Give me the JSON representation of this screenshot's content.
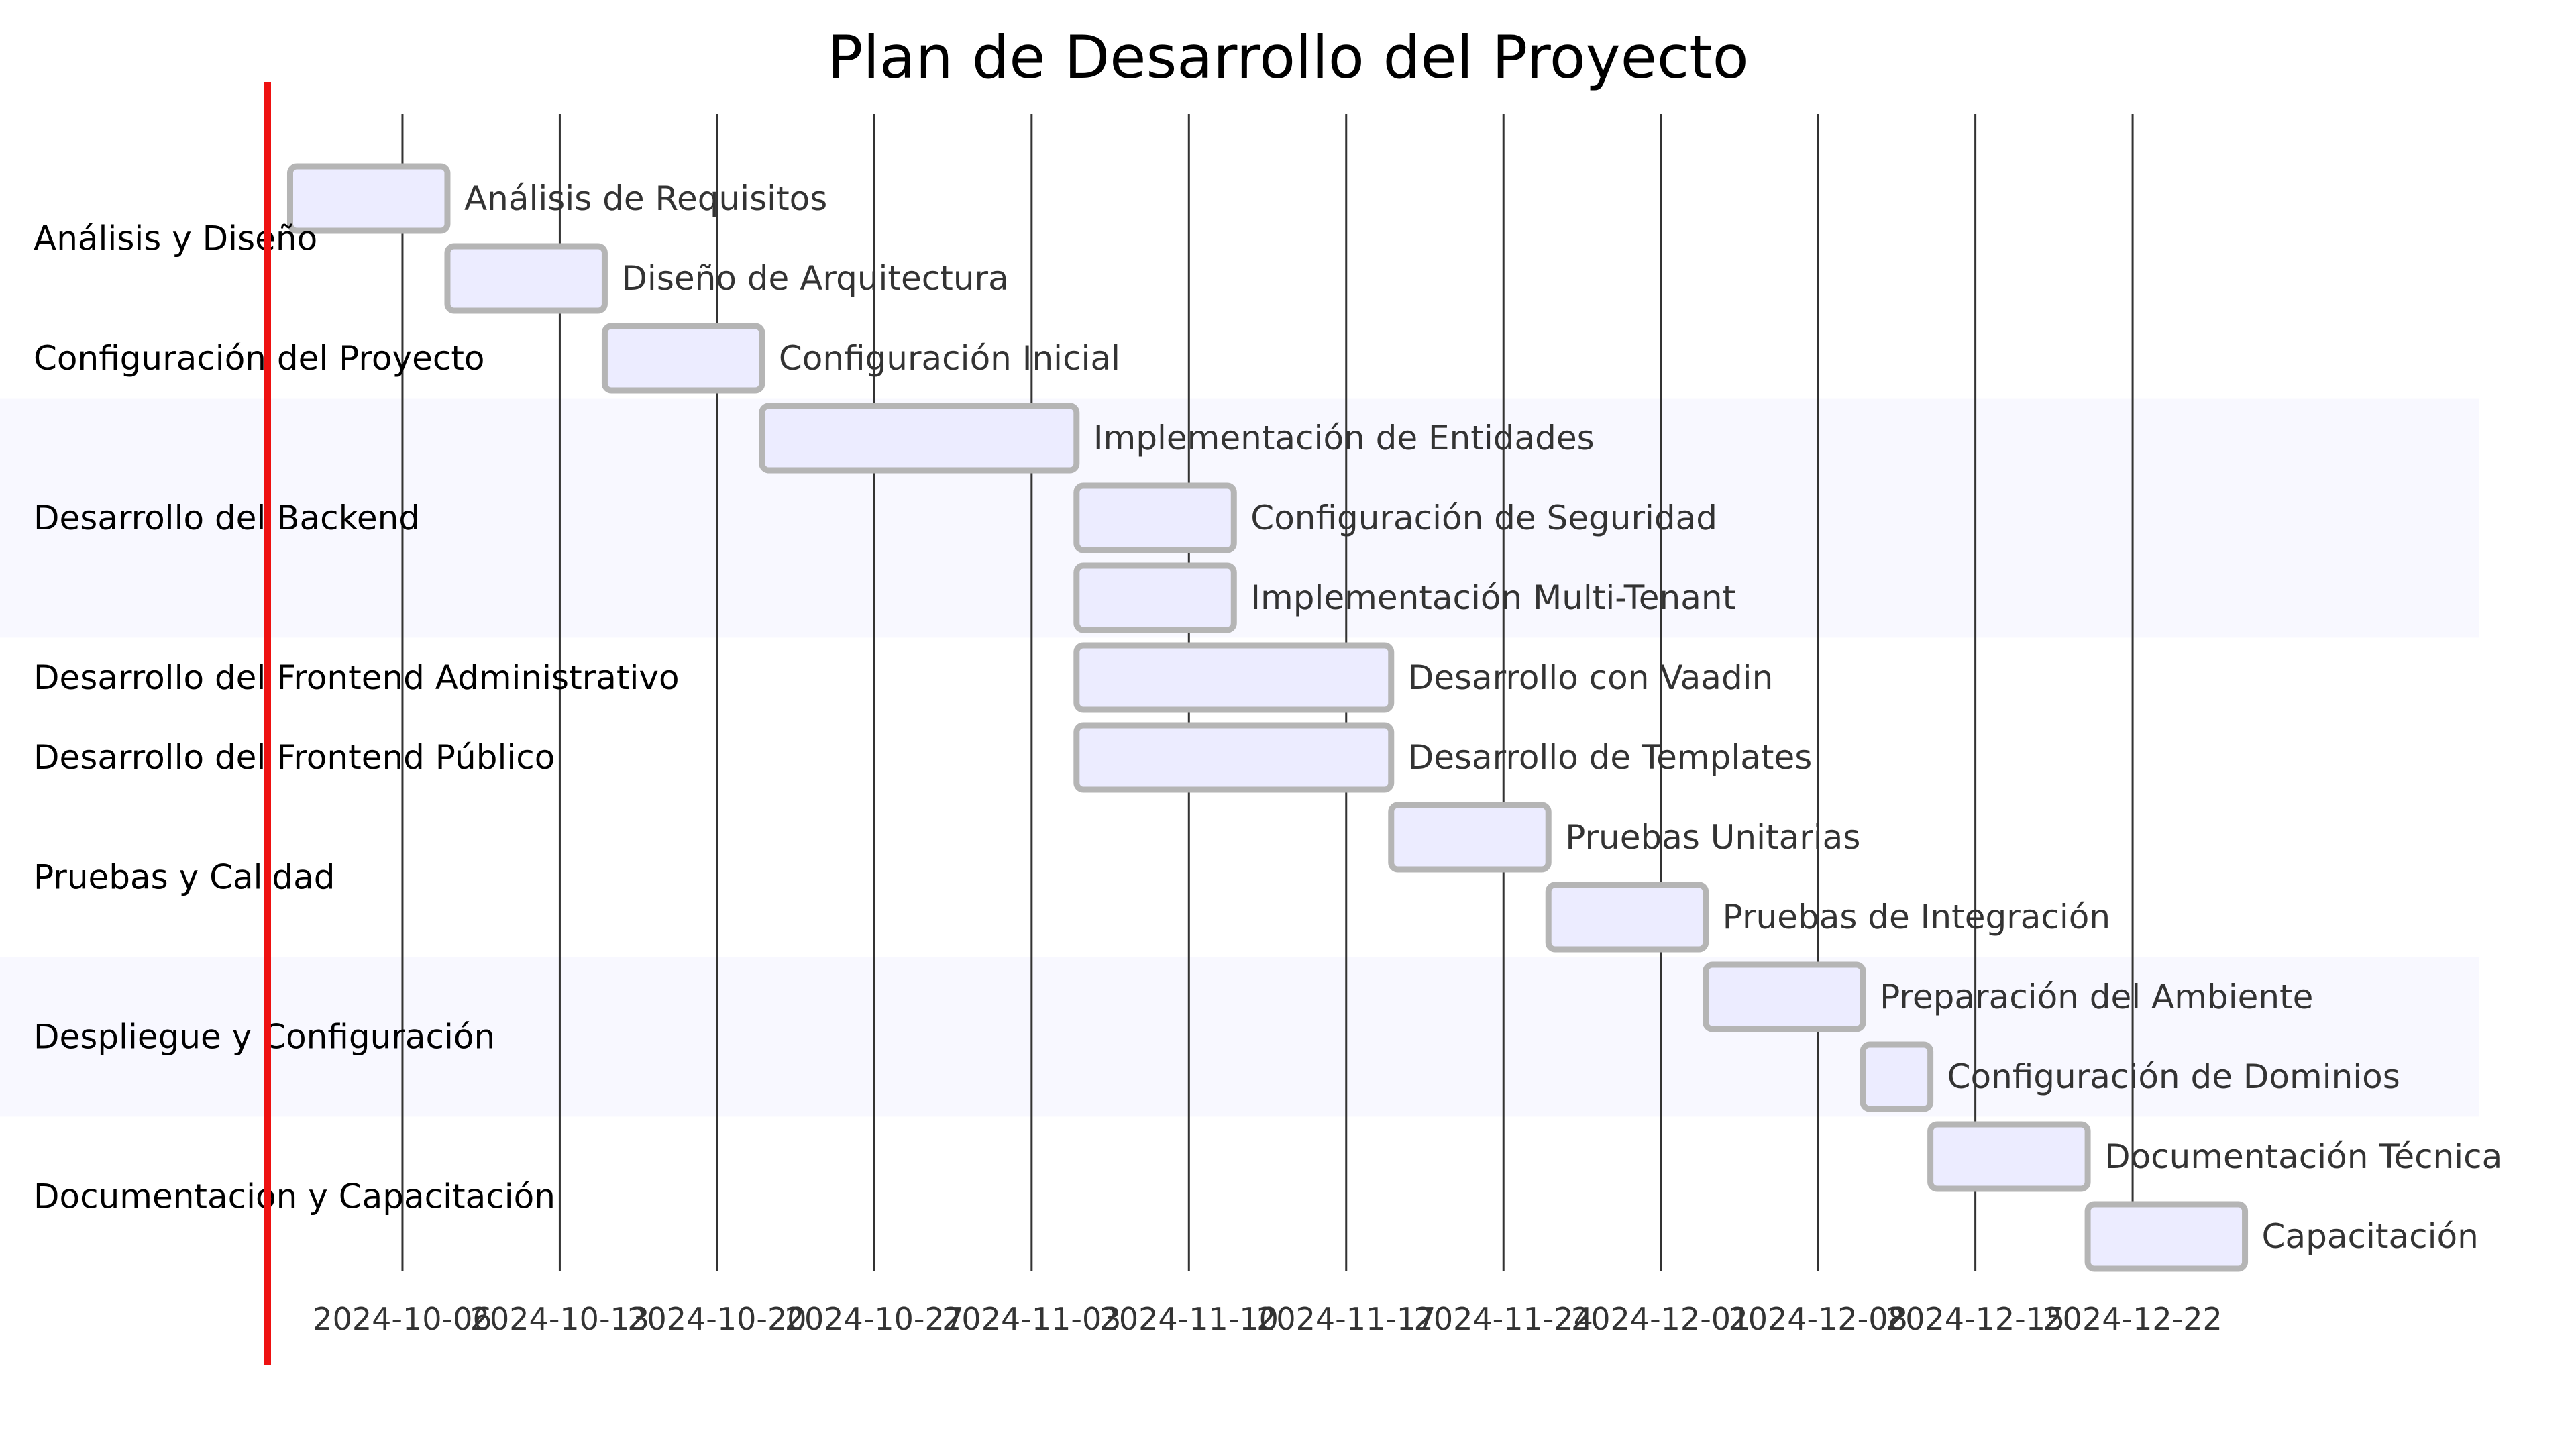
{
  "chart_data": {
    "type": "gantt",
    "title": "Plan de Desarrollo del Proyecto",
    "date_format": "YYYY-MM-DD",
    "x_range": [
      "2024-09-30",
      "2025-01-07"
    ],
    "today_marker": "2024-09-30",
    "x_ticks": [
      "2024-10-06",
      "2024-10-13",
      "2024-10-20",
      "2024-10-27",
      "2024-11-03",
      "2024-11-10",
      "2024-11-17",
      "2024-11-24",
      "2024-12-01",
      "2024-12-08",
      "2024-12-15",
      "2024-12-22"
    ],
    "sections": [
      {
        "name": "Análisis y Diseño",
        "shaded": false,
        "tasks": [
          {
            "name": "Análisis de Requisitos",
            "start": "2024-10-01",
            "end": "2024-10-08"
          },
          {
            "name": "Diseño de Arquitectura",
            "start": "2024-10-08",
            "end": "2024-10-15"
          }
        ]
      },
      {
        "name": "Configuración del Proyecto",
        "shaded": false,
        "tasks": [
          {
            "name": "Configuración Inicial",
            "start": "2024-10-15",
            "end": "2024-10-22"
          }
        ]
      },
      {
        "name": "Desarrollo del Backend",
        "shaded": true,
        "tasks": [
          {
            "name": "Implementación de Entidades",
            "start": "2024-10-22",
            "end": "2024-11-05"
          },
          {
            "name": "Configuración de Seguridad",
            "start": "2024-11-05",
            "end": "2024-11-12"
          },
          {
            "name": "Implementación Multi-Tenant",
            "start": "2024-11-05",
            "end": "2024-11-12"
          }
        ]
      },
      {
        "name": "Desarrollo del Frontend Administrativo",
        "shaded": false,
        "tasks": [
          {
            "name": "Desarrollo con Vaadin",
            "start": "2024-11-05",
            "end": "2024-11-19"
          }
        ]
      },
      {
        "name": "Desarrollo del Frontend Público",
        "shaded": false,
        "tasks": [
          {
            "name": "Desarrollo de Templates",
            "start": "2024-11-05",
            "end": "2024-11-19"
          }
        ]
      },
      {
        "name": "Pruebas y Calidad",
        "shaded": false,
        "tasks": [
          {
            "name": "Pruebas Unitarias",
            "start": "2024-11-19",
            "end": "2024-11-26"
          },
          {
            "name": "Pruebas de Integración",
            "start": "2024-11-26",
            "end": "2024-12-03"
          }
        ]
      },
      {
        "name": "Despliegue y Configuración",
        "shaded": true,
        "tasks": [
          {
            "name": "Preparación del Ambiente",
            "start": "2024-12-03",
            "end": "2024-12-10"
          },
          {
            "name": "Configuración de Dominios",
            "start": "2024-12-10",
            "end": "2024-12-13"
          }
        ]
      },
      {
        "name": "Documentación y Capacitación",
        "shaded": false,
        "tasks": [
          {
            "name": "Documentación Técnica",
            "start": "2024-12-13",
            "end": "2024-12-20"
          },
          {
            "name": "Capacitación",
            "start": "2024-12-20",
            "end": "2024-12-27"
          }
        ]
      }
    ],
    "colors": {
      "bar_fill": "#ececff",
      "bar_stroke": "#b5b5b5",
      "section_shade": "#f8f8ff",
      "grid": "#333333",
      "today_line": "#ee1111"
    }
  }
}
